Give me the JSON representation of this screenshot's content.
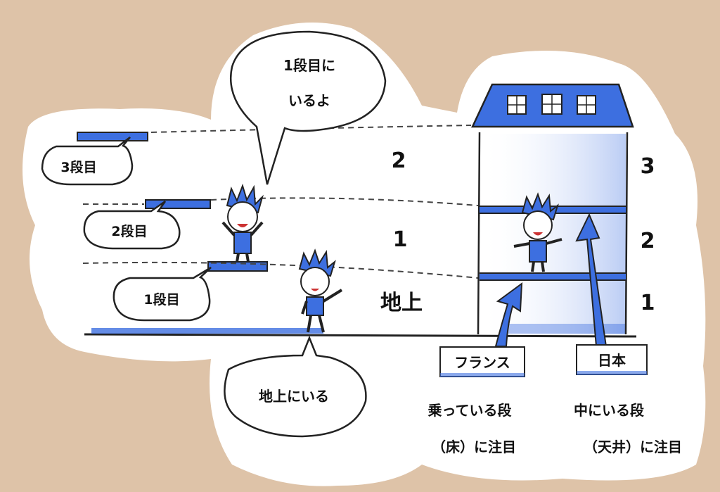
{
  "colors": {
    "background": "#dec3a8",
    "paper": "#ffffff",
    "accent": "#3d6fe0",
    "ink": "#222222"
  },
  "steps": {
    "step3": "3段目",
    "step2": "2段目",
    "step1": "1段目"
  },
  "bubbles": {
    "top_line1": "1段目に",
    "top_line2": "いるよ",
    "bottom": "地上にいる"
  },
  "left_numbers": {
    "n2": "2",
    "n1": "1",
    "ground": "地上"
  },
  "right_numbers": {
    "n3": "3",
    "n2": "2",
    "n1": "1"
  },
  "labels": {
    "france": "フランス",
    "japan": "日本"
  },
  "captions": {
    "france_line1": "乗っている段",
    "france_line2": "（床）に注目",
    "japan_line1": "中にいる段",
    "japan_line2": "（天井）に注目"
  },
  "icons": [
    "speech-bubble-icon",
    "boy-character-icon",
    "building-icon",
    "arrow-up-icon"
  ]
}
